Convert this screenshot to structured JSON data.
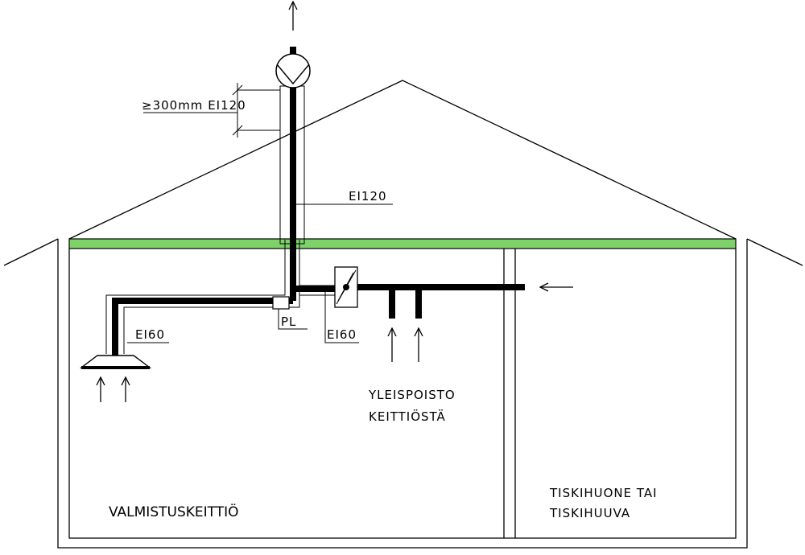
{
  "labels": {
    "clearance": "≥300mm EI120",
    "duct_ei120": "EI120",
    "hood_ei60": "EI60",
    "branch_ei60": "EI60",
    "damper_pl": "PL",
    "general_exhaust_line1": "YLEISPOISTO",
    "general_exhaust_line2": "KEITTIÖSTÄ",
    "prep_kitchen": "VALMISTUSKEITTIÖ",
    "dish_room_line1": "TISKIHUONE TAI",
    "dish_room_line2": "TISKIHUUVA"
  },
  "colors": {
    "ceiling_insulation": "#7dd36a",
    "duct": "#000000",
    "lines": "#000000",
    "background": "#ffffff"
  },
  "icons": {
    "fan": "exhaust-fan-icon",
    "damper": "fire-damper-icon",
    "hood": "kitchen-hood-icon",
    "arrow": "airflow-arrow-icon"
  }
}
